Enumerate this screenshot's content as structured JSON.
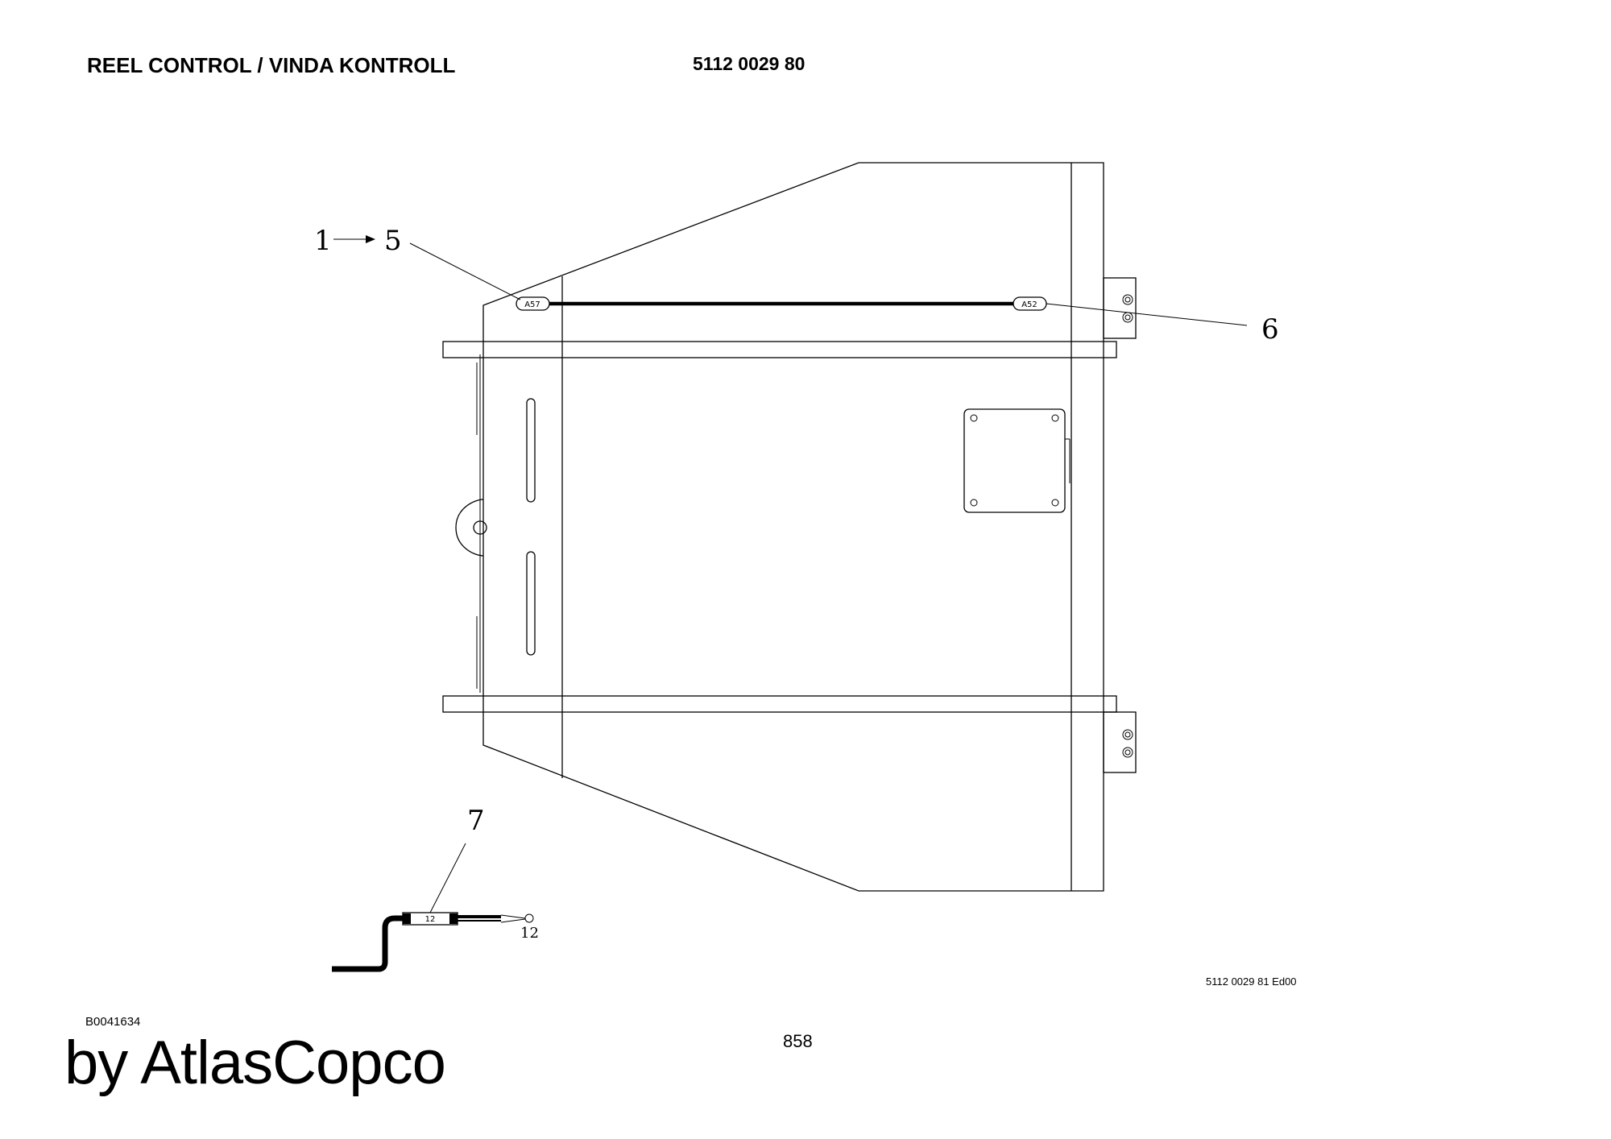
{
  "header": {
    "title": "REEL CONTROL / VINDA KONTROLL",
    "part_number": "5112 0029 80"
  },
  "drawing": {
    "callouts": {
      "c1": "1",
      "c5": "5",
      "c6": "6",
      "c7": "7"
    },
    "tags": {
      "connector_left": "A57",
      "connector_right": "A52",
      "cable_label": "12",
      "cable_end": "12"
    }
  },
  "footer": {
    "drawing_ref": "5112 0029 81 Ed00",
    "image_code": "B0041634",
    "page_number": "858",
    "brand": "by AtlasCopco"
  },
  "colors": {
    "ink": "#000000",
    "paper": "#ffffff"
  }
}
